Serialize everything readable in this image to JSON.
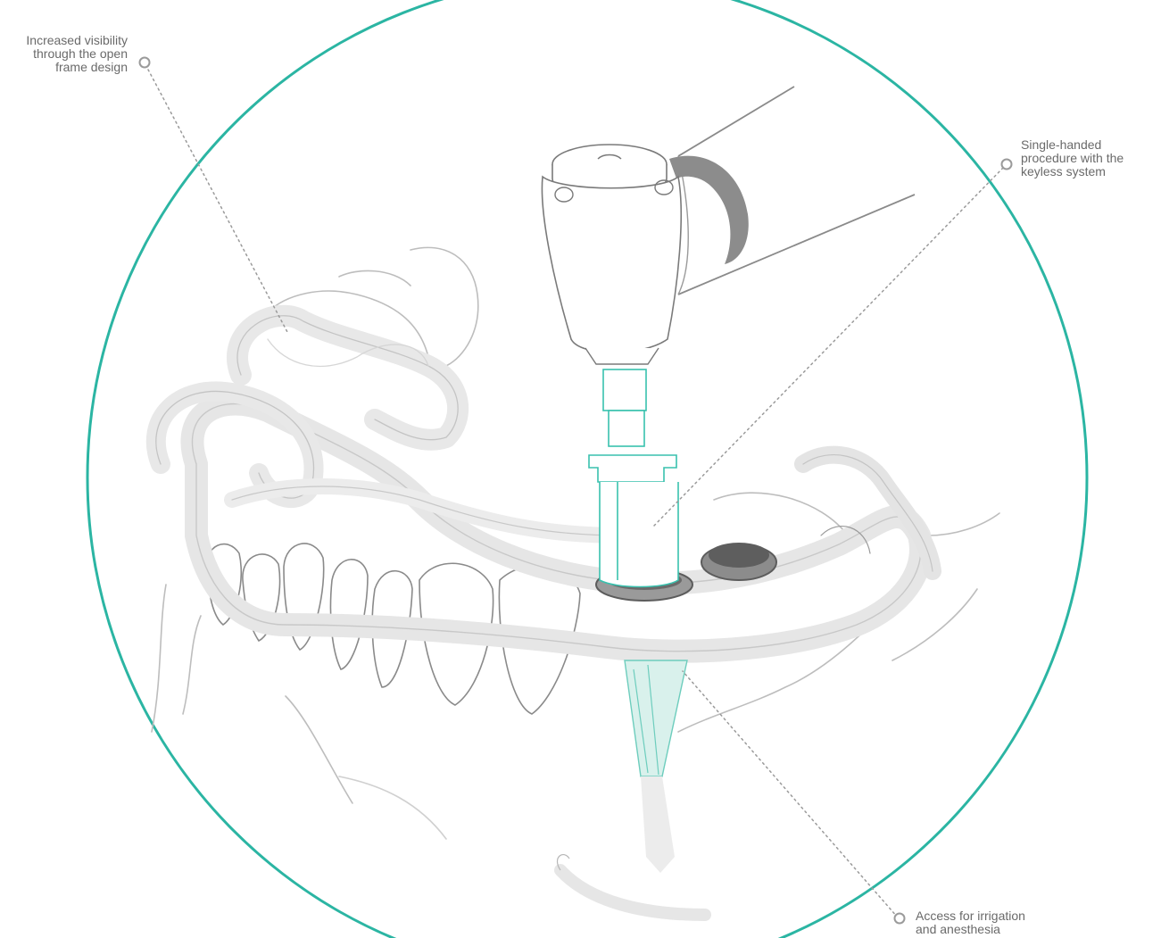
{
  "colors": {
    "circle": "#2bb5a3",
    "label_text": "#6a6a6a",
    "leader_dots": "#9a9a9a",
    "outline": "#b9b9b9",
    "guide_frame": "#e9e9e9",
    "instrument_teal": "#39c1ae",
    "sleeve_dark": "#6d6d6d"
  },
  "callouts": [
    {
      "id": "visibility",
      "lines": [
        "Increased visibility",
        "through the open",
        "frame design"
      ]
    },
    {
      "id": "single_handed",
      "lines": [
        "Single-handed",
        "procedure with the",
        "keyless system"
      ]
    },
    {
      "id": "access",
      "lines": [
        "Access for irrigation",
        "and anesthesia"
      ]
    }
  ]
}
